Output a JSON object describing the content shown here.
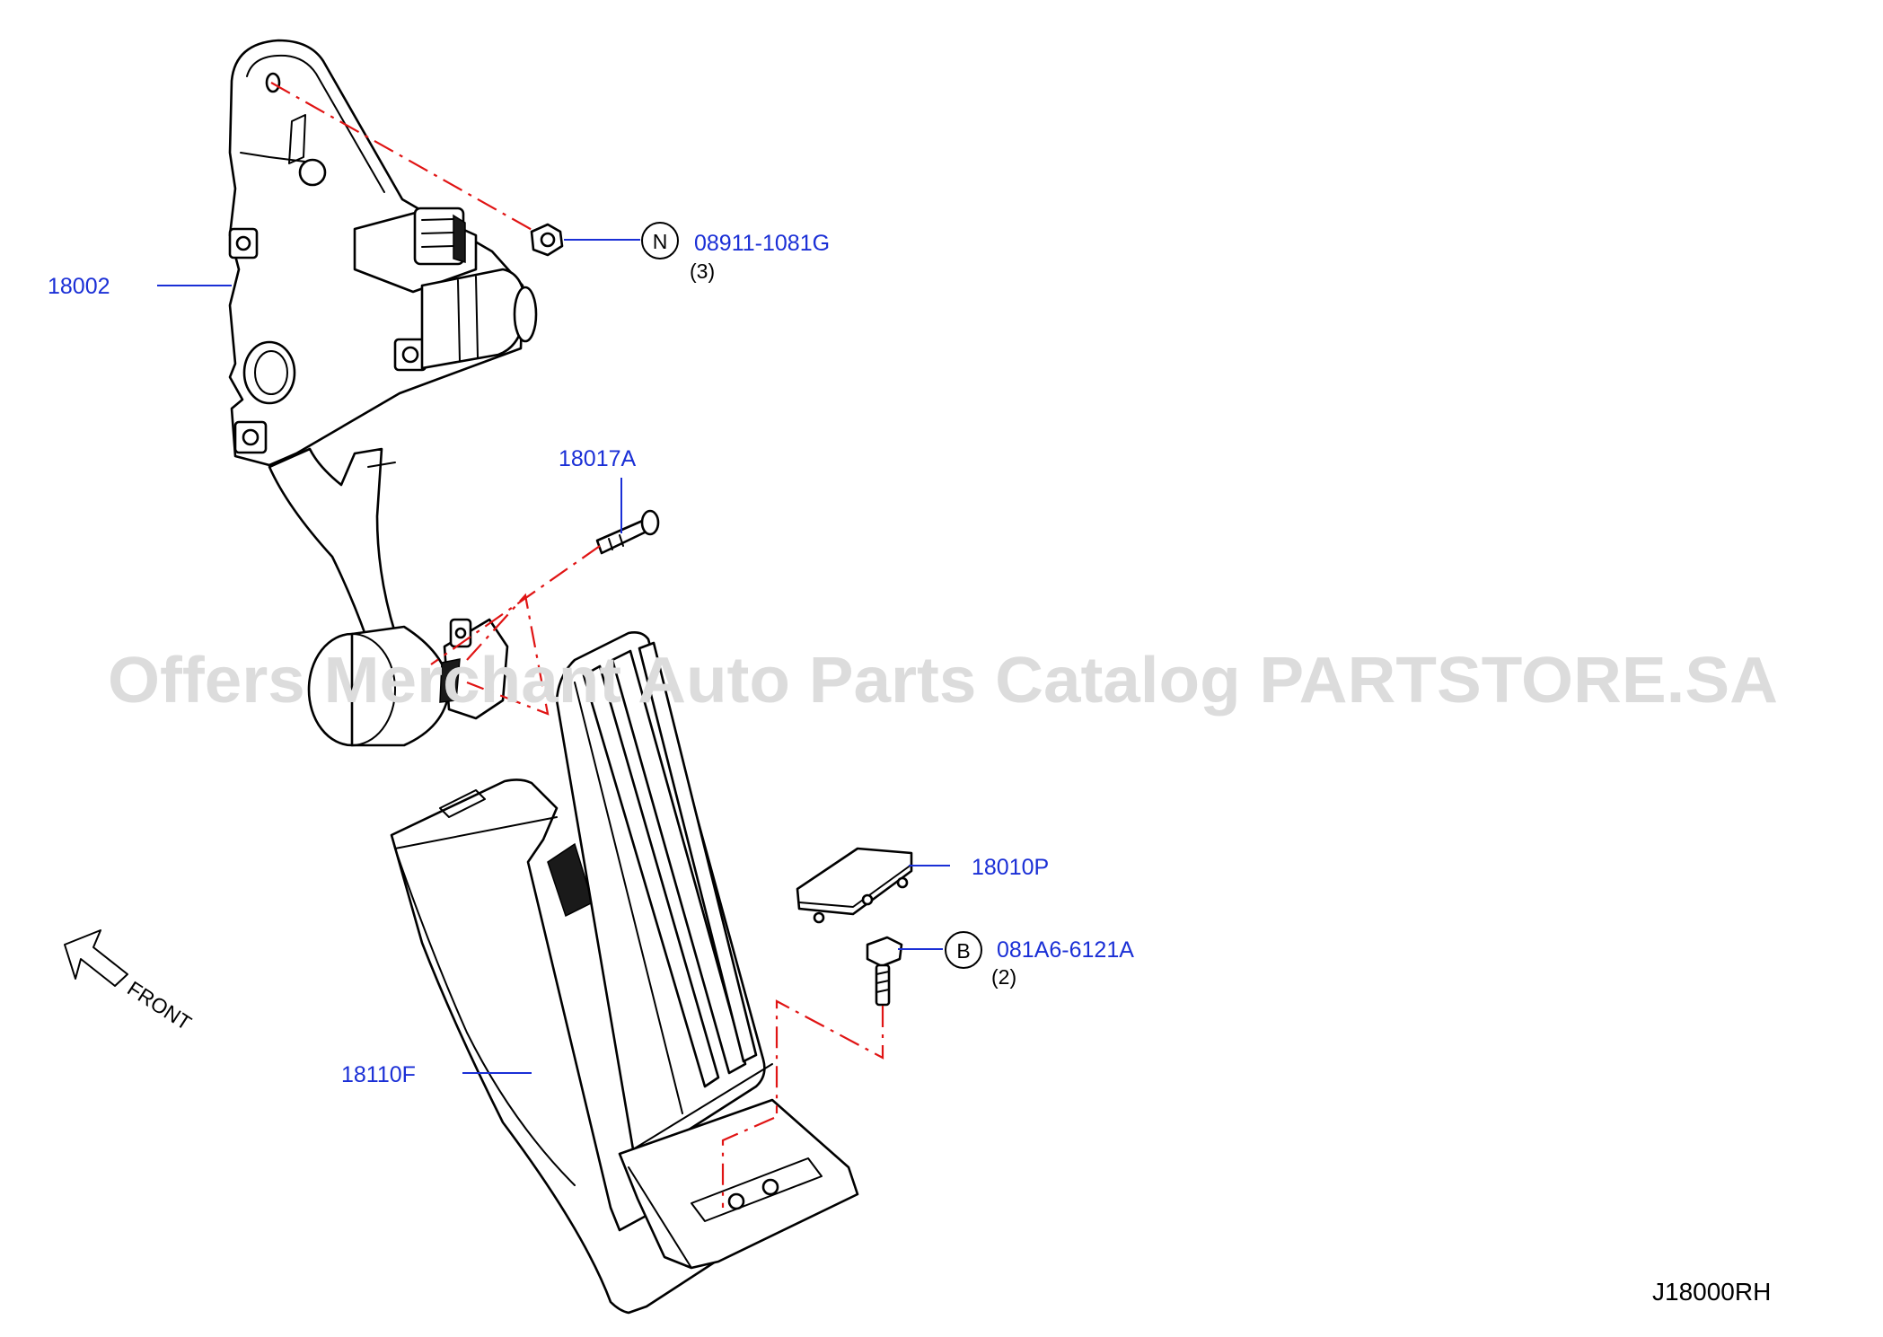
{
  "watermark": "Offers Merchant Auto Parts Catalog PARTSTORE.SA",
  "diagram_code": "J18000RH",
  "direction_label": "FRONT",
  "colors": {
    "label_blue": "#1a2fd6",
    "phantom_red": "#e01414",
    "line_black": "#000000",
    "watermark_gray": "#dcdcdc"
  },
  "callouts": {
    "pedal_bracket": {
      "part_no": "18002"
    },
    "nut": {
      "symbol": "N",
      "part_no": "08911-1081G",
      "qty": "(3)"
    },
    "pin": {
      "part_no": "18017A"
    },
    "cover": {
      "part_no": "18010P"
    },
    "bolt": {
      "symbol": "B",
      "part_no": "081A6-6121A",
      "qty": "(2)"
    },
    "pedal_pad": {
      "part_no": "18110F"
    }
  }
}
